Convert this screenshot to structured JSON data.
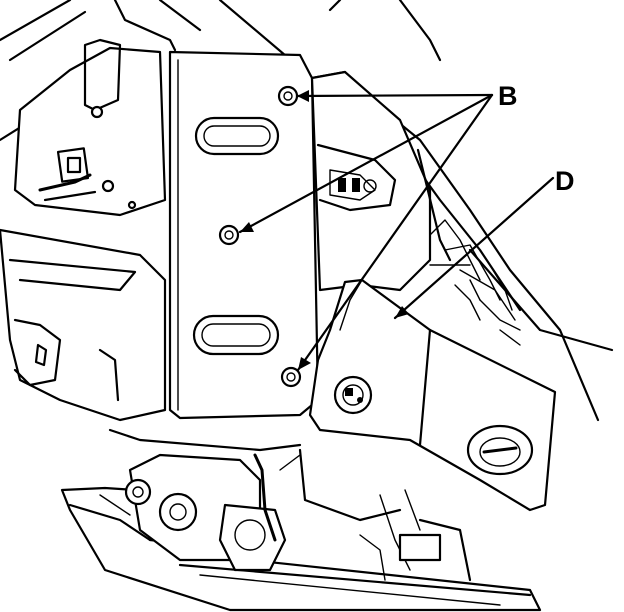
{
  "figure": {
    "callouts": [
      {
        "id": "B",
        "label": "B"
      },
      {
        "id": "D",
        "label": "D"
      }
    ],
    "colors": {
      "ink": "#000000",
      "paper": "#ffffff"
    }
  }
}
